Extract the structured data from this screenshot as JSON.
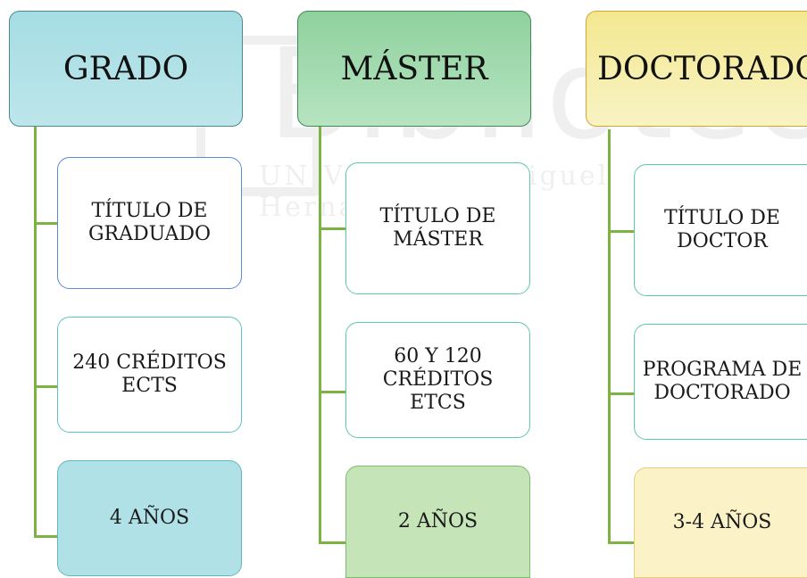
{
  "colors": {
    "connector": "#7cb342",
    "grado": "#aee0e6",
    "master": "#a8ddb5",
    "doctorado": "#f6efb0"
  },
  "columns": [
    {
      "header": "GRADO",
      "items": [
        "TÍTULO DE GRADUADO",
        "240 CRÉDITOS ECTS",
        "4 AÑOS"
      ]
    },
    {
      "header": "MÁSTER",
      "items": [
        "TÍTULO DE MÁSTER",
        "60 Y 120 CRÉDITOS ETCS",
        "2 AÑOS"
      ]
    },
    {
      "header": "DOCTORADO",
      "items": [
        "TÍTULO DE DOCTOR",
        "PROGRAMA DE DOCTORADO",
        "3-4 AÑOS"
      ]
    }
  ]
}
